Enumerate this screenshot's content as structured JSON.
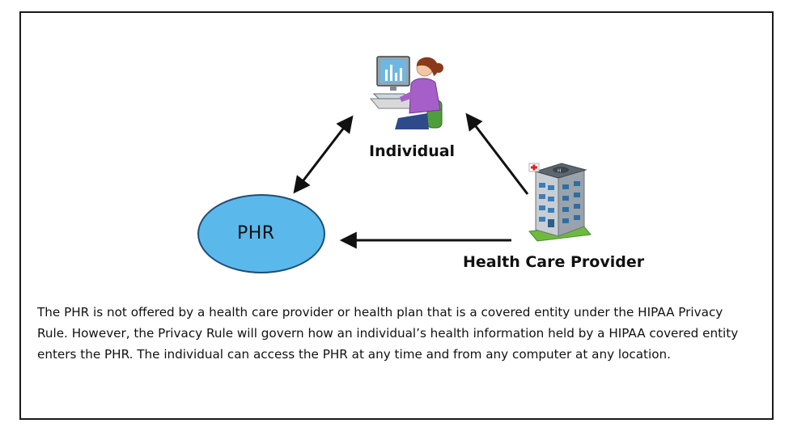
{
  "diagram": {
    "nodes": {
      "individual": {
        "label": "Individual",
        "icon": "person-at-computer-icon"
      },
      "provider": {
        "label": "Health Care Provider",
        "icon": "hospital-building-icon"
      },
      "phr": {
        "label": "PHR"
      }
    },
    "edges": [
      {
        "from": "individual",
        "to": "phr",
        "direction": "both"
      },
      {
        "from": "provider",
        "to": "individual",
        "direction": "forward"
      },
      {
        "from": "provider",
        "to": "phr",
        "direction": "forward"
      }
    ],
    "caption": "The PHR is not offered by a health care provider or health plan that is a covered entity under the HIPAA Privacy Rule.  However, the Privacy Rule will govern how an individual’s health information held by a HIPAA covered entity enters the PHR.  The individual can access the PHR at any time and from any computer at any location."
  },
  "colors": {
    "phr_fill": "#5bb8ea",
    "phr_stroke": "#1f4e79",
    "arrow": "#111111",
    "border": "#1a1a1a"
  }
}
